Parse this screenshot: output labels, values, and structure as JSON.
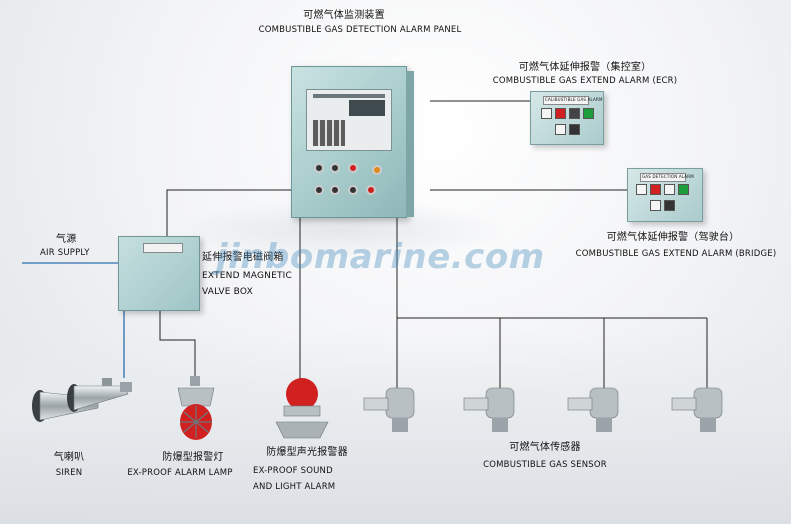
{
  "panel": {
    "title_cn": "可燃气体监测装置",
    "title_en": "COMBUSTIBLE GAS DETECTION ALARM PANEL"
  },
  "ecr_alarm": {
    "title_cn": "可燃气体延伸报警（集控室）",
    "title_en": "COMBUSTIBLE GAS EXTEND ALARM (ECR)",
    "plate": "CALIBUSTIBLE GAS ALARM"
  },
  "bridge_alarm": {
    "title_cn": "可燃气体延伸报警（驾驶台）",
    "title_en": "COMBUSTIBLE GAS EXTEND ALARM (BRIDGE)",
    "plate": "GAS DETECTION ALARM"
  },
  "air_supply": {
    "label_cn": "气源",
    "label_en": "AIR SUPPLY"
  },
  "valve_box": {
    "label_cn": "延伸报警电磁阀箱",
    "label_en_1": "EXTEND MAGNETIC",
    "label_en_2": "VALVE BOX"
  },
  "watermark": "jinbomarine.com",
  "siren": {
    "label_cn": "气喇叭",
    "label_en": "SIREN"
  },
  "alarm_lamp": {
    "label_cn": "防爆型报警灯",
    "label_en": "EX-PROOF ALARM LAMP"
  },
  "sound_light": {
    "label_cn": "防爆型声光报警器",
    "label_en_1": "EX-PROOF SOUND",
    "label_en_2": "AND LIGHT ALARM"
  },
  "sensor": {
    "label_cn": "可燃气体传感器",
    "label_en": "COMBUSTIBLE GAS SENSOR"
  },
  "colors": {
    "enclosure": "#a8cccc",
    "wire": "#222222",
    "air_line": "#2f6fb0",
    "alarm_red": "#d12020"
  }
}
